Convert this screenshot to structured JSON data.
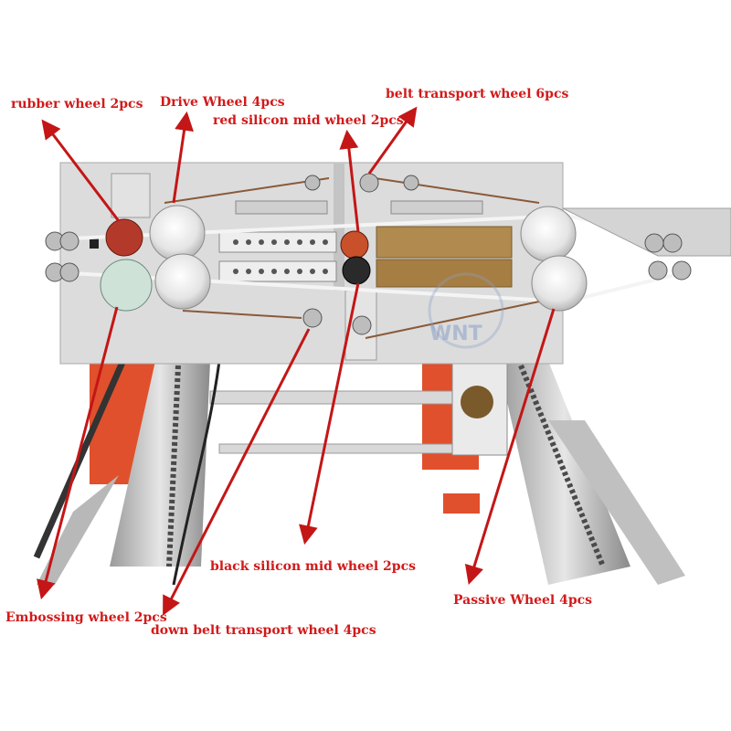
{
  "labels": {
    "rubber_wheel": "rubber wheel 2pcs",
    "drive_wheel": "Drive Wheel 4pcs",
    "belt_transport_wheel": "belt transport wheel  6pcs",
    "red_silicon_mid_wheel": "red silicon mid wheel 2pcs",
    "black_silicon_mid_wheel": "black silicon mid wheel 2pcs",
    "passive_wheel": "Passive Wheel  4pcs",
    "embossing_wheel": "Embossing wheel 2pcs",
    "down_belt_transport_wheel": "down belt transport wheel  4pcs"
  },
  "watermark": "WNT",
  "colors": {
    "annotation": "#d21a1a",
    "panel": "#dcdcdc",
    "frame_orange": "#e0502c",
    "brass": "#b08a4e",
    "rail": "#c8c8c8"
  }
}
